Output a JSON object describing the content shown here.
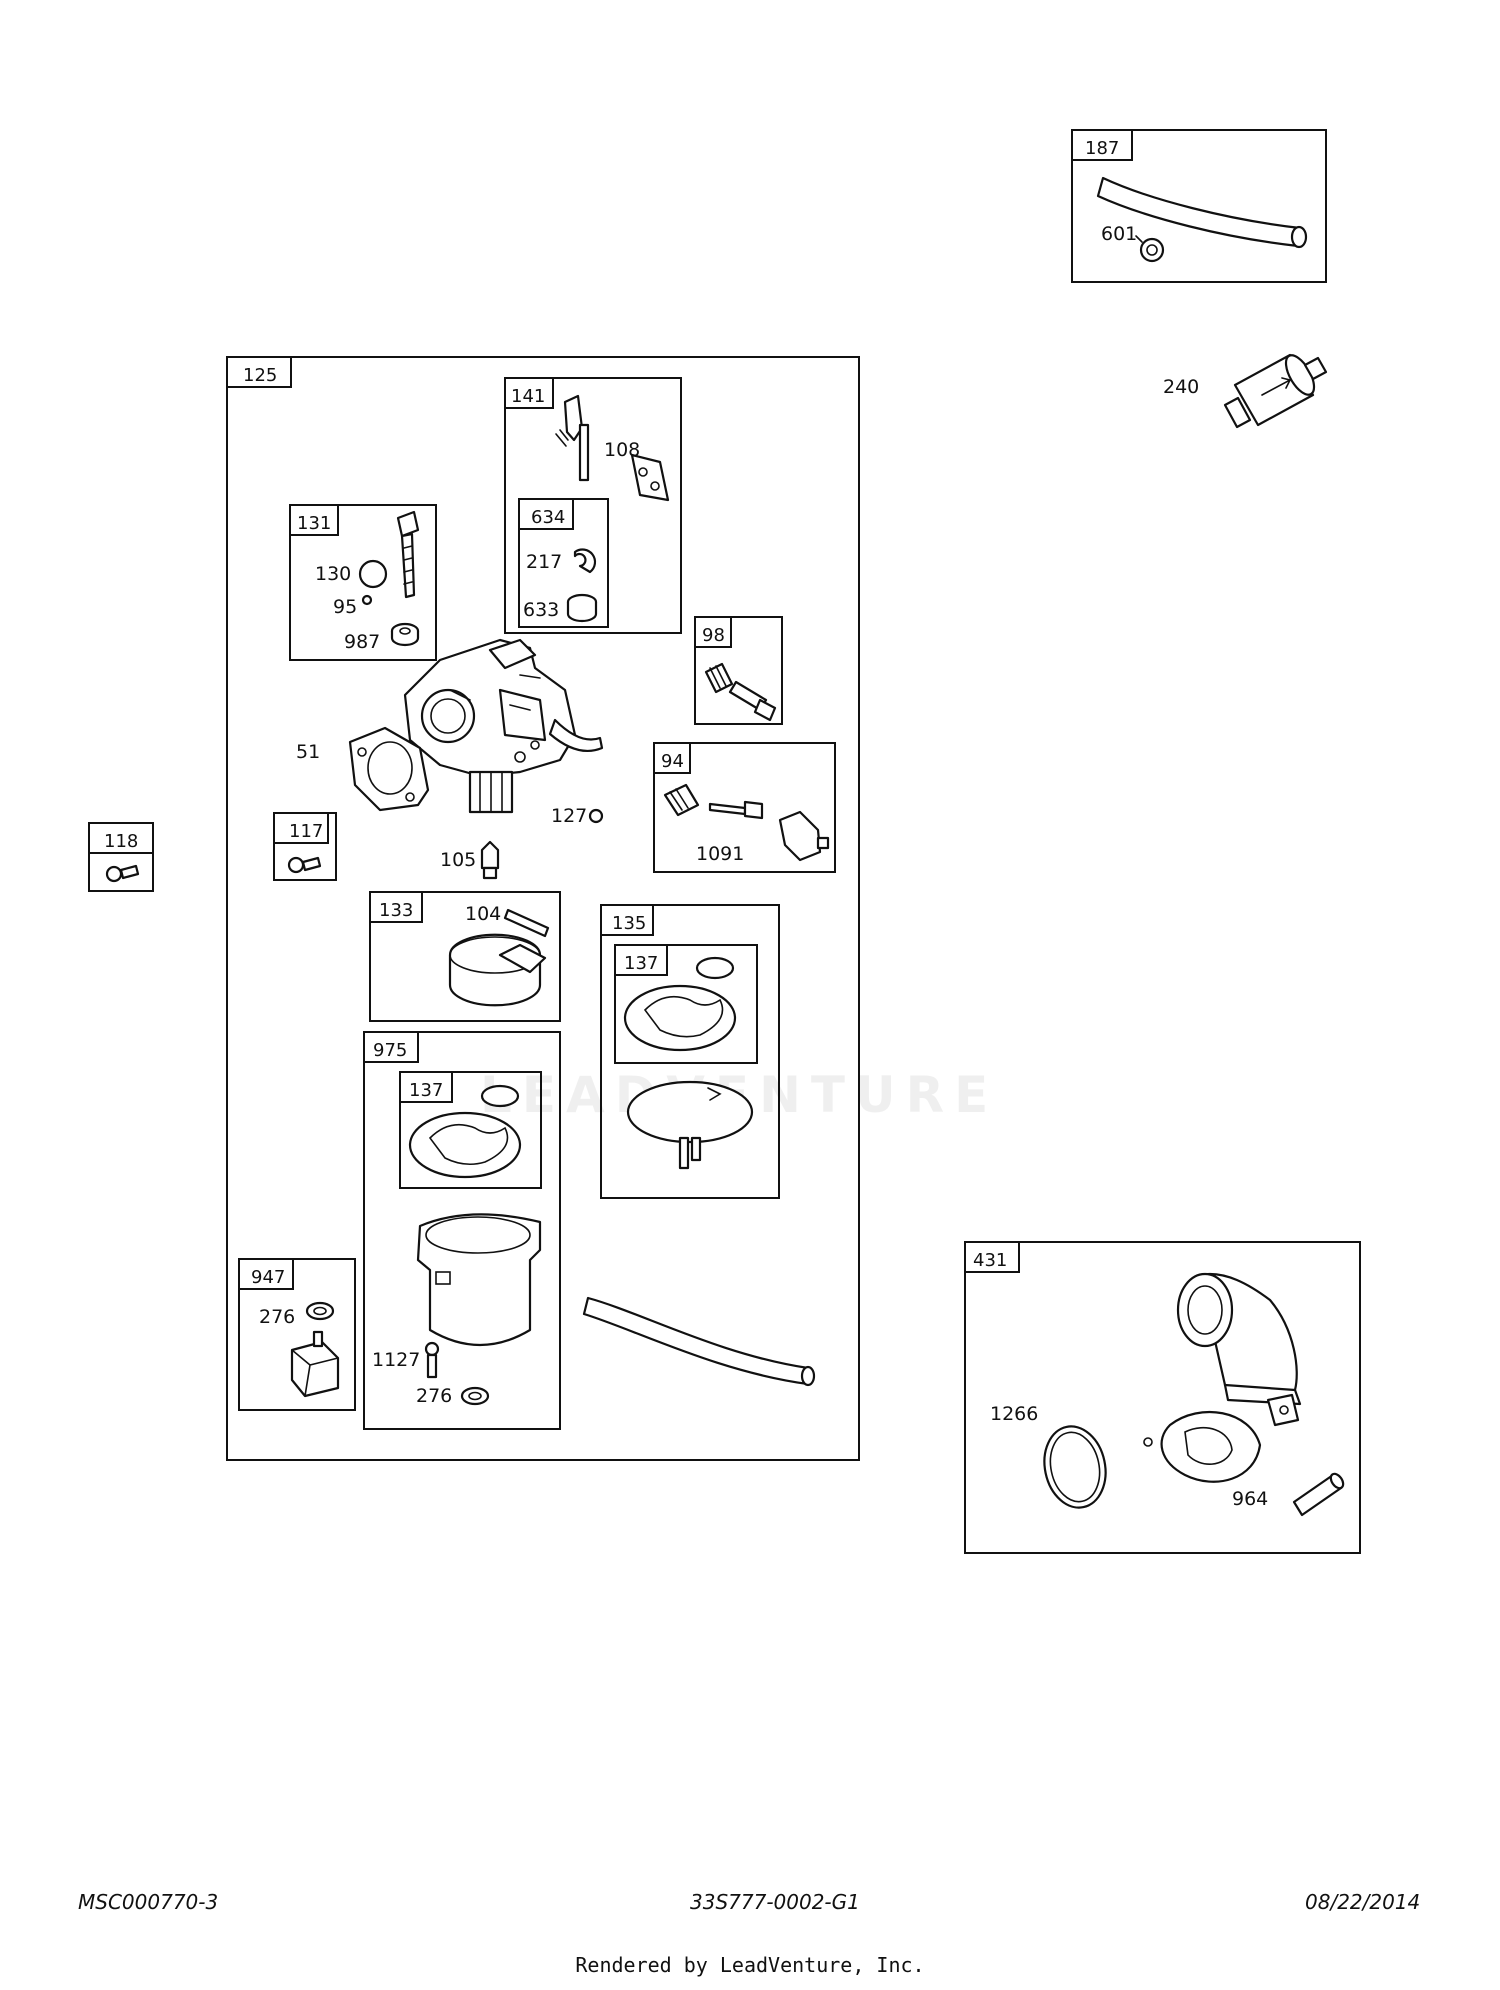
{
  "boxes": {
    "b187": "187",
    "b125": "125",
    "b141": "141",
    "b634": "634",
    "b131": "131",
    "b98": "98",
    "b94": "94",
    "b118": "118",
    "b117": "117",
    "b133": "133",
    "b135": "135",
    "b137a": "137",
    "b975": "975",
    "b137b": "137",
    "b947": "947",
    "b431": "431"
  },
  "callouts": {
    "c601": "601",
    "c240": "240",
    "c108": "108",
    "c217": "217",
    "c633": "633",
    "c130": "130",
    "c95": "95",
    "c987": "987",
    "c51": "51",
    "c127": "127",
    "c105": "105",
    "c1091": "1091",
    "c104": "104",
    "c276a": "276",
    "c1127": "1127",
    "c276b": "276",
    "c1266": "1266",
    "c964": "964"
  },
  "watermark": "LEADVENTURE",
  "footer": {
    "left": "MSC000770-3",
    "center": "33S777-0002-G1",
    "right": "08/22/2014",
    "rendered_by": "Rendered by LeadVenture, Inc."
  }
}
